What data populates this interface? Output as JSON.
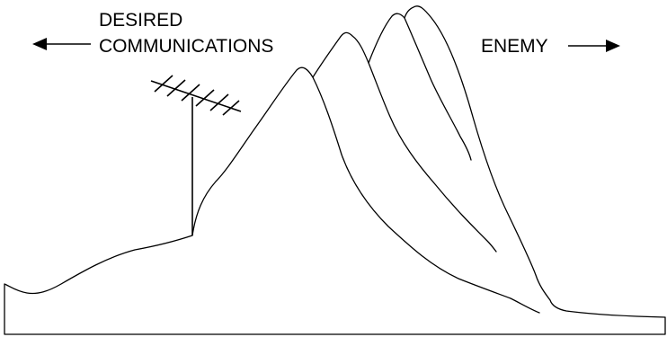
{
  "labels": {
    "desired_line1": "DESIRED",
    "desired_line2": "COMMUNICATIONS",
    "enemy": "ENEMY"
  },
  "colors": {
    "stroke": "#000000",
    "background": "#ffffff"
  }
}
